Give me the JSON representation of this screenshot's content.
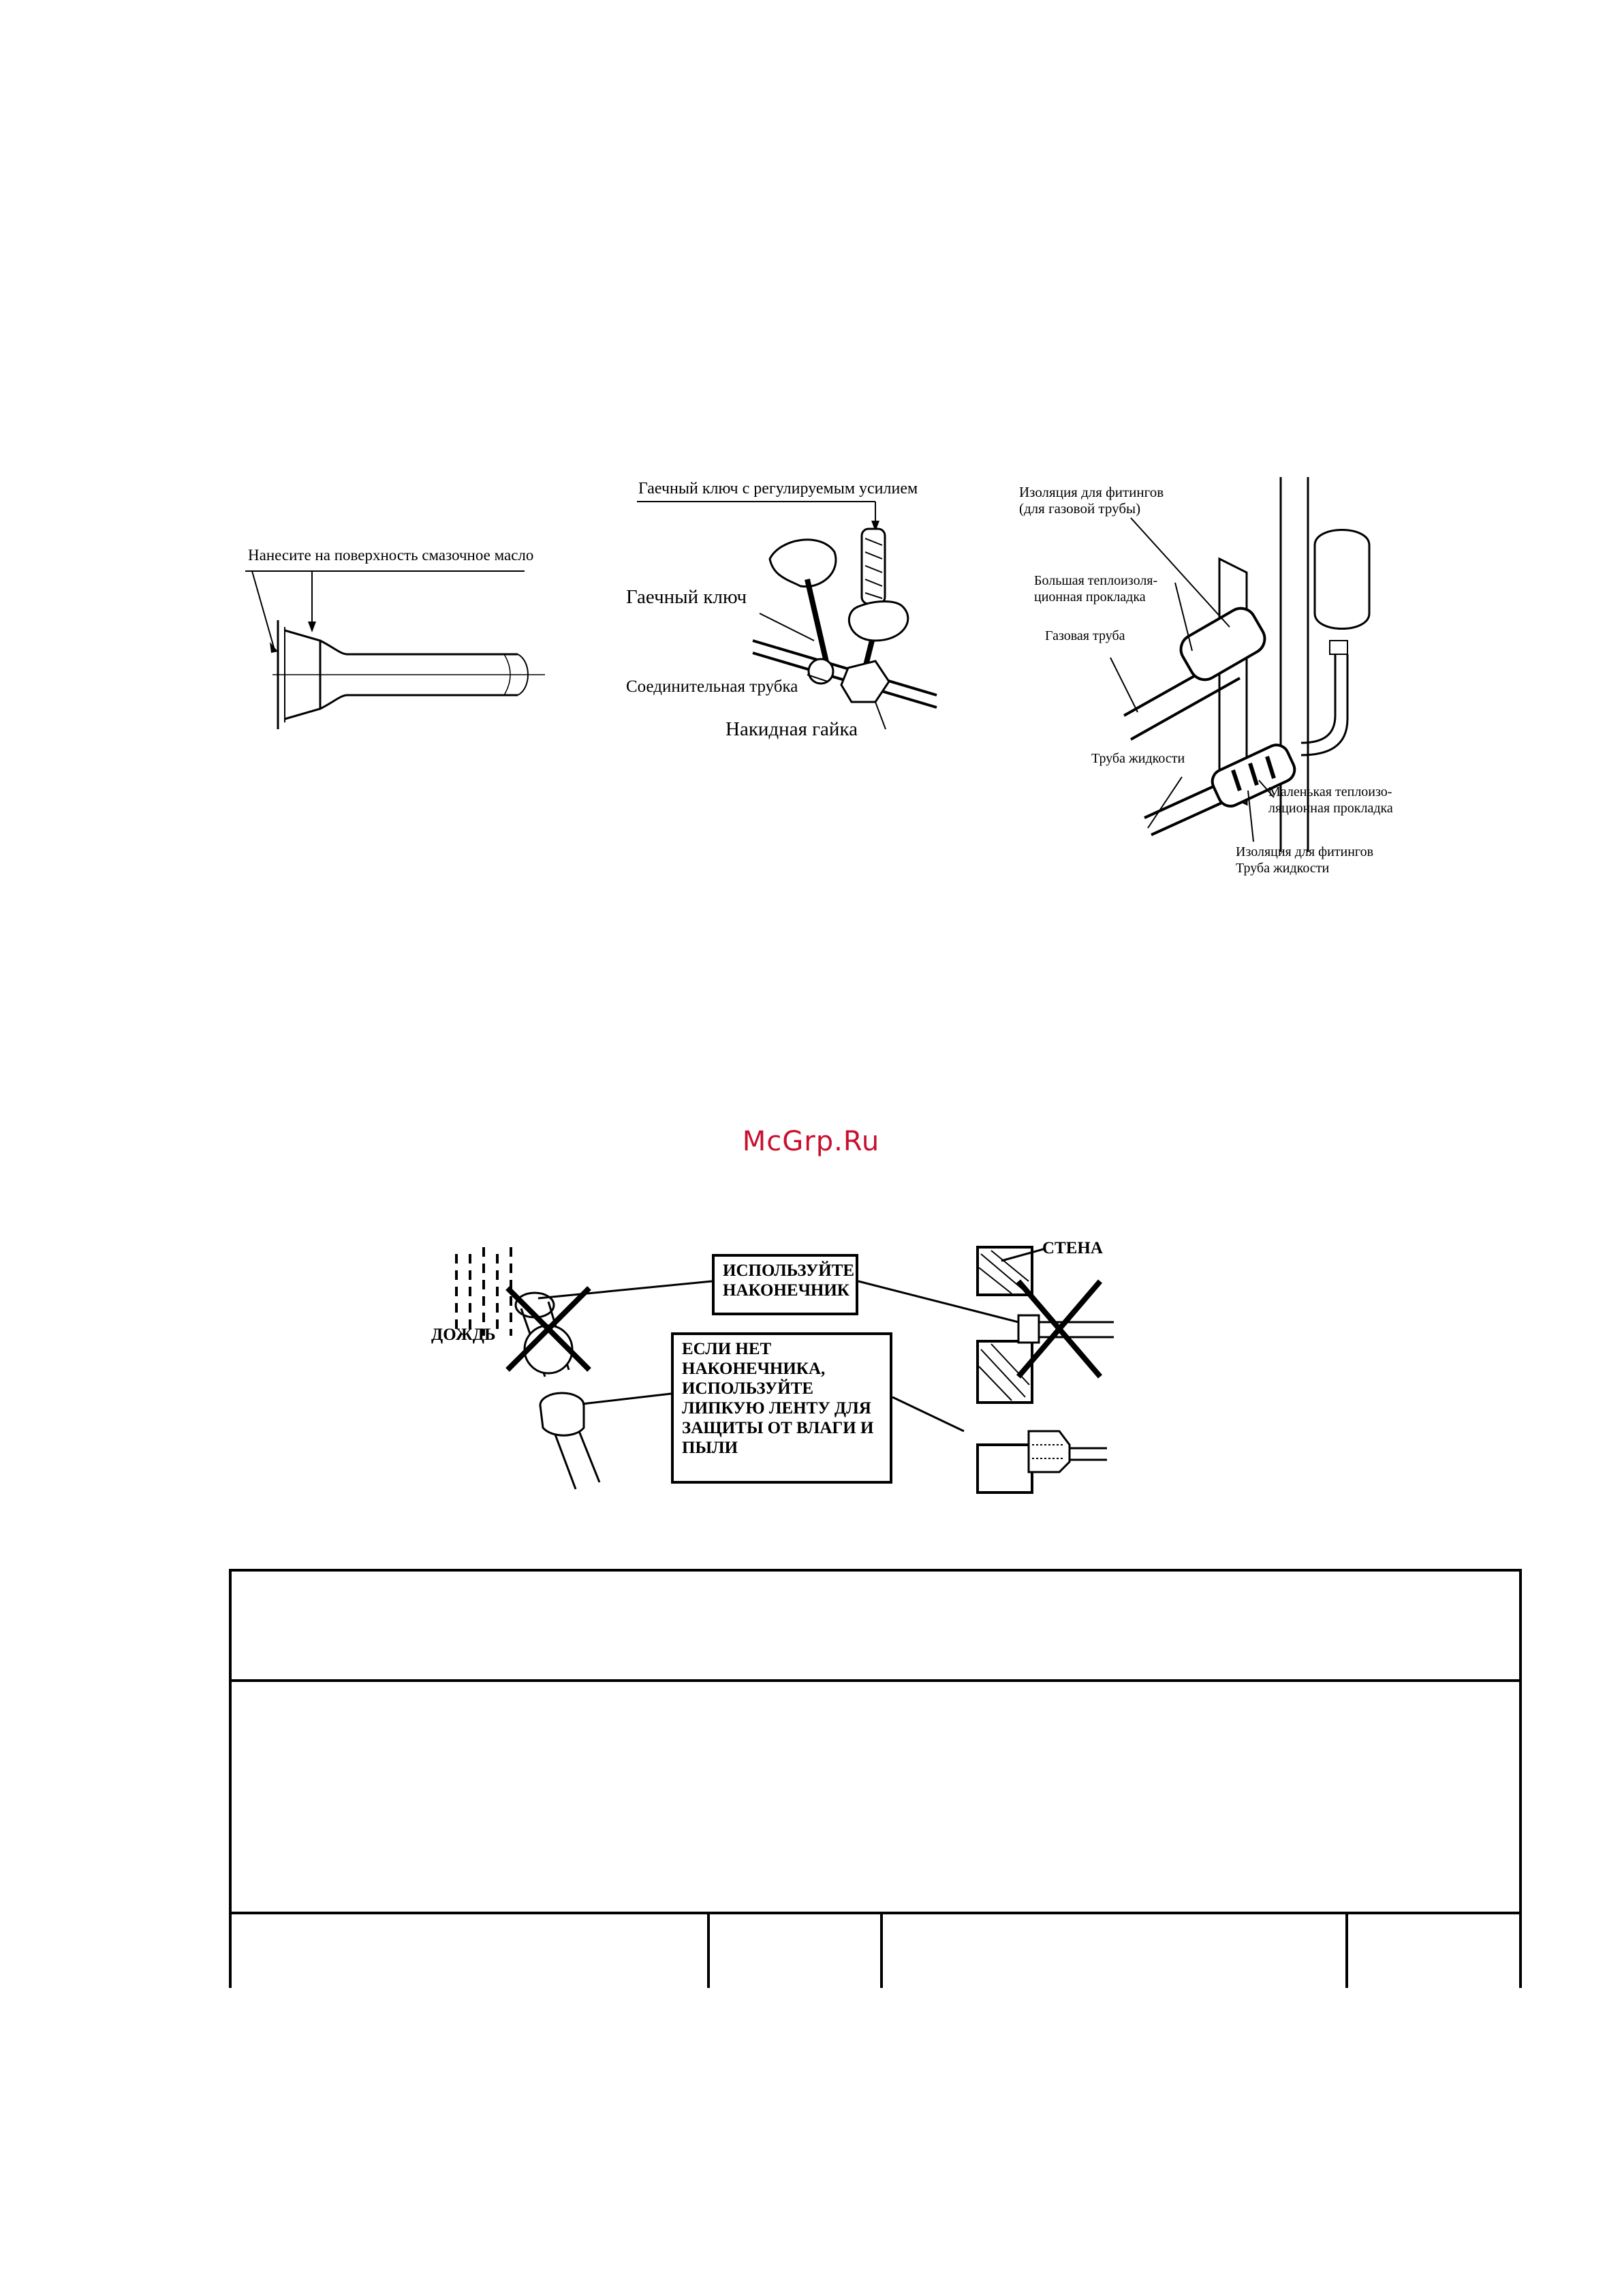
{
  "watermark": {
    "text": "McGrp.Ru",
    "color": "#c8102e"
  },
  "figure_flare": {
    "label": "Нанесите на поверхность смазочное масло"
  },
  "figure_wrench": {
    "torque_wrench_label": "Гаечный ключ с регулируемым усилием",
    "wrench_label": "Гаечный ключ",
    "connecting_pipe_label": "Соединительная трубка",
    "flare_nut_label": "Накидная гайка"
  },
  "figure_insulation": {
    "fitting_insulation_gas": "Изоляция для фитингов\n(для газовой трубы)",
    "large_insulation": "Большая теплоизоля-\nционная прокладка",
    "gas_pipe": "Газовая труба",
    "liquid_pipe": "Труба жидкости",
    "small_insulation": "Маленькая теплоизо-\nляционная прокладка",
    "fitting_insulation_liquid": "Изоляция для фитингов\nТруба жидкости"
  },
  "figure_protection": {
    "rain_label": "ДОЖДЬ",
    "wall_label": "СТЕНА",
    "use_cap_box": "ИСПОЛЬЗУЙТЕ\nНАКОНЕЧНИК",
    "no_cap_box": "ЕСЛИ НЕТ\nНАКОНЕЧНИКА,\nИСПОЛЬЗУЙТЕ\nЛИПКУЮ ЛЕНТУ ДЛЯ\nЗАЩИТЫ ОТ ВЛАГИ И\nПЫЛИ"
  },
  "icons": [
    "flare-pipe-icon",
    "wrench-illustration",
    "pipe-insulation-illustration",
    "rain-cap-illustration",
    "wall-pipe-illustration",
    "cross-out-icon"
  ]
}
